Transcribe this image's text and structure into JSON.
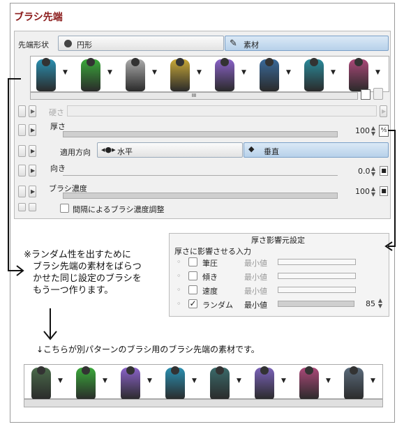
{
  "title": "ブラシ先端",
  "tip_shape": {
    "label": "先端形状",
    "circle": "円形",
    "material": "素材"
  },
  "brush_colors": [
    "#2a8fb0",
    "#3aa83a",
    "#aaaaaa",
    "#c8a838",
    "#8a62c8",
    "#3a6a9a",
    "#2a8a9a",
    "#aa4878"
  ],
  "hardness": "硬さ",
  "thickness": {
    "label": "厚さ",
    "value": "100"
  },
  "apply_dir": {
    "label": "適用方向",
    "horizontal": "水平",
    "vertical": "垂直"
  },
  "direction": {
    "label": "向き",
    "value": "0.0"
  },
  "density": {
    "label": "ブラシ濃度",
    "value": "100"
  },
  "interval_density": "間隔によるブラシ濃度調整",
  "popup": {
    "title": "厚さ影響元設定",
    "subtitle": "厚さに影響させる入力",
    "rows": [
      {
        "label": "筆圧",
        "min": "最小値",
        "checked": false
      },
      {
        "label": "傾き",
        "min": "最小値",
        "checked": false
      },
      {
        "label": "速度",
        "min": "最小値",
        "checked": false
      },
      {
        "label": "ランダム",
        "min": "最小値",
        "checked": true,
        "value": "85"
      }
    ]
  },
  "note_lines": [
    "※ランダム性を出すために",
    "ブラシ先端の素材をばらつ",
    "かせた同じ設定のブラシを",
    "もう一つ作ります。"
  ],
  "bottom_caption": "↓こちらが別パターンのブラシ用のブラシ先端の素材です。",
  "bottom_colors": [
    "#4a6a4a",
    "#3aa83a",
    "#8a62c8",
    "#2a8fb0",
    "#3a6a6a",
    "#7a62b8",
    "#aa4878",
    "#5a6a7a"
  ],
  "scroll_mark": "III"
}
